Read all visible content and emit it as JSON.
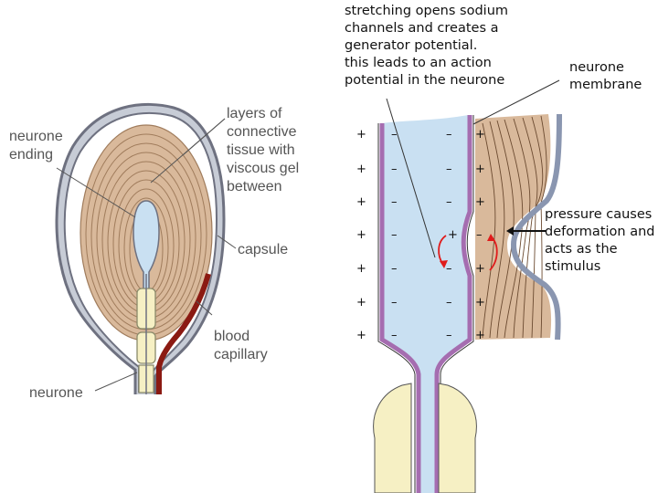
{
  "left_diagram": {
    "labels": {
      "neurone_ending": [
        "neurone",
        "ending"
      ],
      "layers": [
        "layers of",
        "connective",
        "tissue with",
        "viscous gel",
        "between"
      ],
      "capsule": "capsule",
      "blood_capillary": [
        "blood",
        "capillary"
      ],
      "neurone": "neurone"
    }
  },
  "right_diagram": {
    "labels": {
      "stretching": [
        "stretching opens sodium",
        "channels and creates a",
        "generator potential.",
        "this leads to an action",
        "potential in the neurone"
      ],
      "neurone_membrane": [
        "neurone",
        "membrane"
      ],
      "pressure": [
        "pressure causes",
        "deformation and",
        "acts as the",
        "stimulus"
      ]
    },
    "charges": {
      "outer": "+",
      "inner": "–"
    }
  },
  "colors": {
    "lamella_fill": "#d9b99b",
    "lamella_line": "#a07c5c",
    "capsule_fill": "#c7ccd6",
    "capsule_line": "#6e7180",
    "neurone_fill": "#f6f0c4",
    "axon_blue": "#c9e0f2",
    "membrane_purple": "#a56db0",
    "capillary_red": "#8b1a12",
    "arrow_red": "#e01b1b"
  }
}
